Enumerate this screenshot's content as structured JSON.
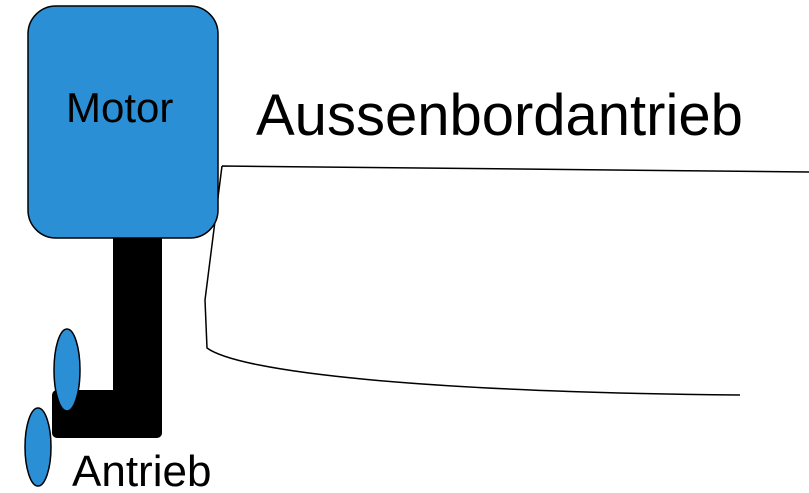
{
  "diagram": {
    "title": "Aussenbordantrieb",
    "motor_label": "Motor",
    "drive_label": "Antrieb",
    "icons": [
      "motor-block",
      "drive-shaft",
      "propeller-blades",
      "boat-hull-outline"
    ]
  },
  "colors": {
    "motor_fill": "#2b8fd6",
    "propeller_fill": "#2b8fd6",
    "shaft_fill": "#000000",
    "outline": "#000000",
    "background": "#ffffff"
  }
}
